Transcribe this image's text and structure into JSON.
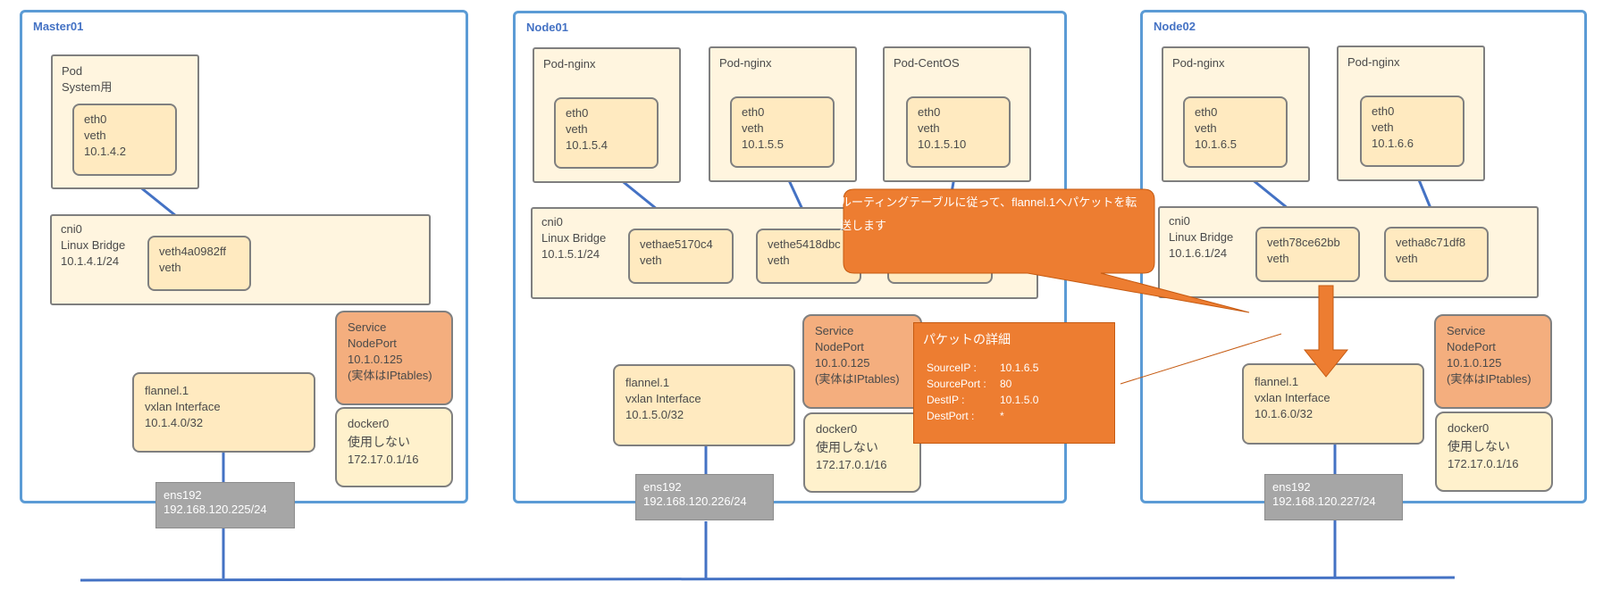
{
  "colors": {
    "node_border": "#5b9bd5",
    "link_line": "#4472c4",
    "pod_fill": "#fff5df",
    "iface_fill": "#ffeac0",
    "service_fill": "#f4ae7e",
    "ens_fill": "#a6a6a6",
    "callout_fill": "#ed7d31"
  },
  "nodes": {
    "master01": {
      "title": "Master01",
      "pod": {
        "name": "Pod",
        "sub": "System用",
        "iface": [
          "eth0",
          "veth",
          "10.1.4.2"
        ]
      },
      "cni": {
        "name": "cni0",
        "type": "Linux Bridge",
        "cidr": "10.1.4.1/24",
        "veth": [
          "veth4a0982ff",
          "veth"
        ]
      },
      "service": [
        "Service",
        "NodePort",
        "10.1.0.125",
        "(実体はIPtables)"
      ],
      "docker": [
        "docker0",
        "使用しない",
        "172.17.0.1/16"
      ],
      "flannel": [
        "flannel.1",
        "vxlan Interface",
        "10.1.4.0/32"
      ],
      "ens": [
        "ens192",
        "192.168.120.225/24"
      ]
    },
    "node01": {
      "title": "Node01",
      "pods": [
        {
          "name": "Pod-nginx",
          "iface": [
            "eth0",
            "veth",
            "10.1.5.4"
          ]
        },
        {
          "name": "Pod-nginx",
          "iface": [
            "eth0",
            "veth",
            "10.1.5.5"
          ]
        },
        {
          "name": "Pod-CentOS",
          "iface": [
            "eth0",
            "veth",
            "10.1.5.10"
          ]
        }
      ],
      "cni": {
        "name": "cni0",
        "type": "Linux Bridge",
        "cidr": "10.1.5.1/24"
      },
      "veths": [
        [
          "vethae5170c4",
          "veth"
        ],
        [
          "vethe5418dbc",
          "veth"
        ]
      ],
      "service": [
        "Service",
        "NodePort",
        "10.1.0.125",
        "(実体はIPtables)"
      ],
      "docker": [
        "docker0",
        "使用しない",
        "172.17.0.1/16"
      ],
      "flannel": [
        "flannel.1",
        "vxlan Interface",
        "10.1.5.0/32"
      ],
      "ens": [
        "ens192",
        "192.168.120.226/24"
      ]
    },
    "node02": {
      "title": "Node02",
      "pods": [
        {
          "name": "Pod-nginx",
          "iface": [
            "eth0",
            "veth",
            "10.1.6.5"
          ]
        },
        {
          "name": "Pod-nginx",
          "iface": [
            "eth0",
            "veth",
            "10.1.6.6"
          ]
        }
      ],
      "cni": {
        "name": "cni0",
        "type": "Linux Bridge",
        "cidr": "10.1.6.1/24"
      },
      "veths": [
        [
          "veth78ce62bb",
          "veth"
        ],
        [
          "vetha8c71df8",
          "veth"
        ]
      ],
      "service": [
        "Service",
        "NodePort",
        "10.1.0.125",
        "(実体はIPtables)"
      ],
      "docker": [
        "docker0",
        "使用しない",
        "172.17.0.1/16"
      ],
      "flannel": [
        "flannel.1",
        "vxlan Interface",
        "10.1.6.0/32"
      ],
      "ens": [
        "ens192",
        "192.168.120.227/24"
      ]
    }
  },
  "callout": {
    "text": "ルーティングテーブルに従って、flannel.1へパケットを転送します"
  },
  "packet_detail": {
    "title": "パケットの詳細",
    "rows": [
      {
        "key": "SourceIP :",
        "value": "10.1.6.5"
      },
      {
        "key": "SourcePort :",
        "value": "80"
      },
      {
        "key": "DestIP :",
        "value": "10.1.5.0"
      },
      {
        "key": "DestPort :",
        "value": "*"
      }
    ]
  }
}
